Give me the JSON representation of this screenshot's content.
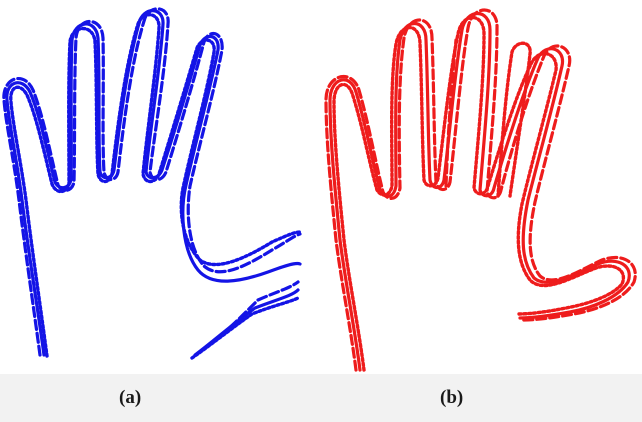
{
  "figure": {
    "panels": [
      {
        "caption": "(a)",
        "color": "#1414e6"
      },
      {
        "caption": "(b)",
        "color": "#ee1c1c"
      }
    ],
    "line_styles": [
      "solid",
      "dashed",
      "dotted"
    ]
  }
}
